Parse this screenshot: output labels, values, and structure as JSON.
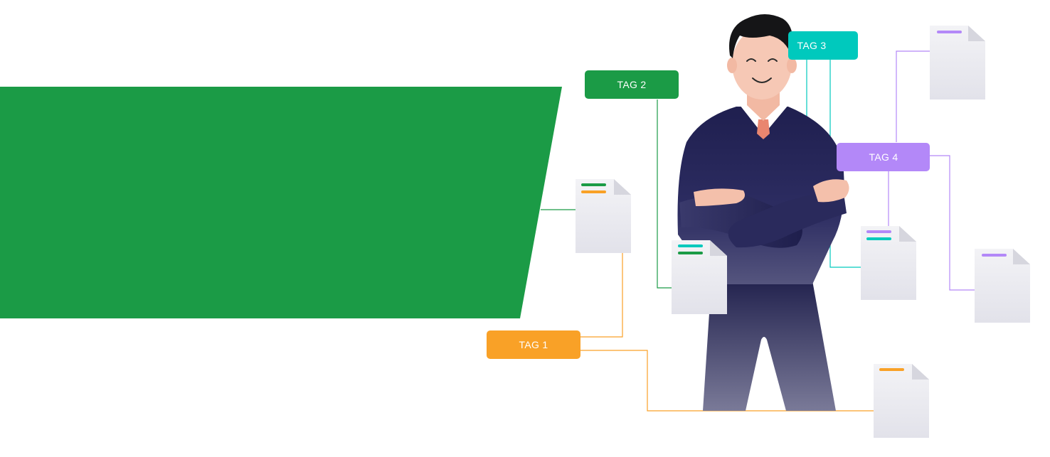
{
  "colors": {
    "green": "#1b9b46",
    "orange": "#f9a127",
    "teal": "#00c9bd",
    "purple": "#b388f8",
    "document": "#ececf1",
    "document_fold": "#d6d6de",
    "sweater": "#252654",
    "skin": "#f6c8b5",
    "hair": "#151517"
  },
  "tags": [
    {
      "id": "tag1",
      "label": "TAG 1",
      "color": "orange"
    },
    {
      "id": "tag2",
      "label": "TAG 2",
      "color": "green"
    },
    {
      "id": "tag3",
      "label": "TAG 3",
      "color": "teal"
    },
    {
      "id": "tag4",
      "label": "TAG 4",
      "color": "purple"
    }
  ],
  "icons": {
    "document": "document-icon",
    "person": "person-arms-crossed-icon"
  }
}
